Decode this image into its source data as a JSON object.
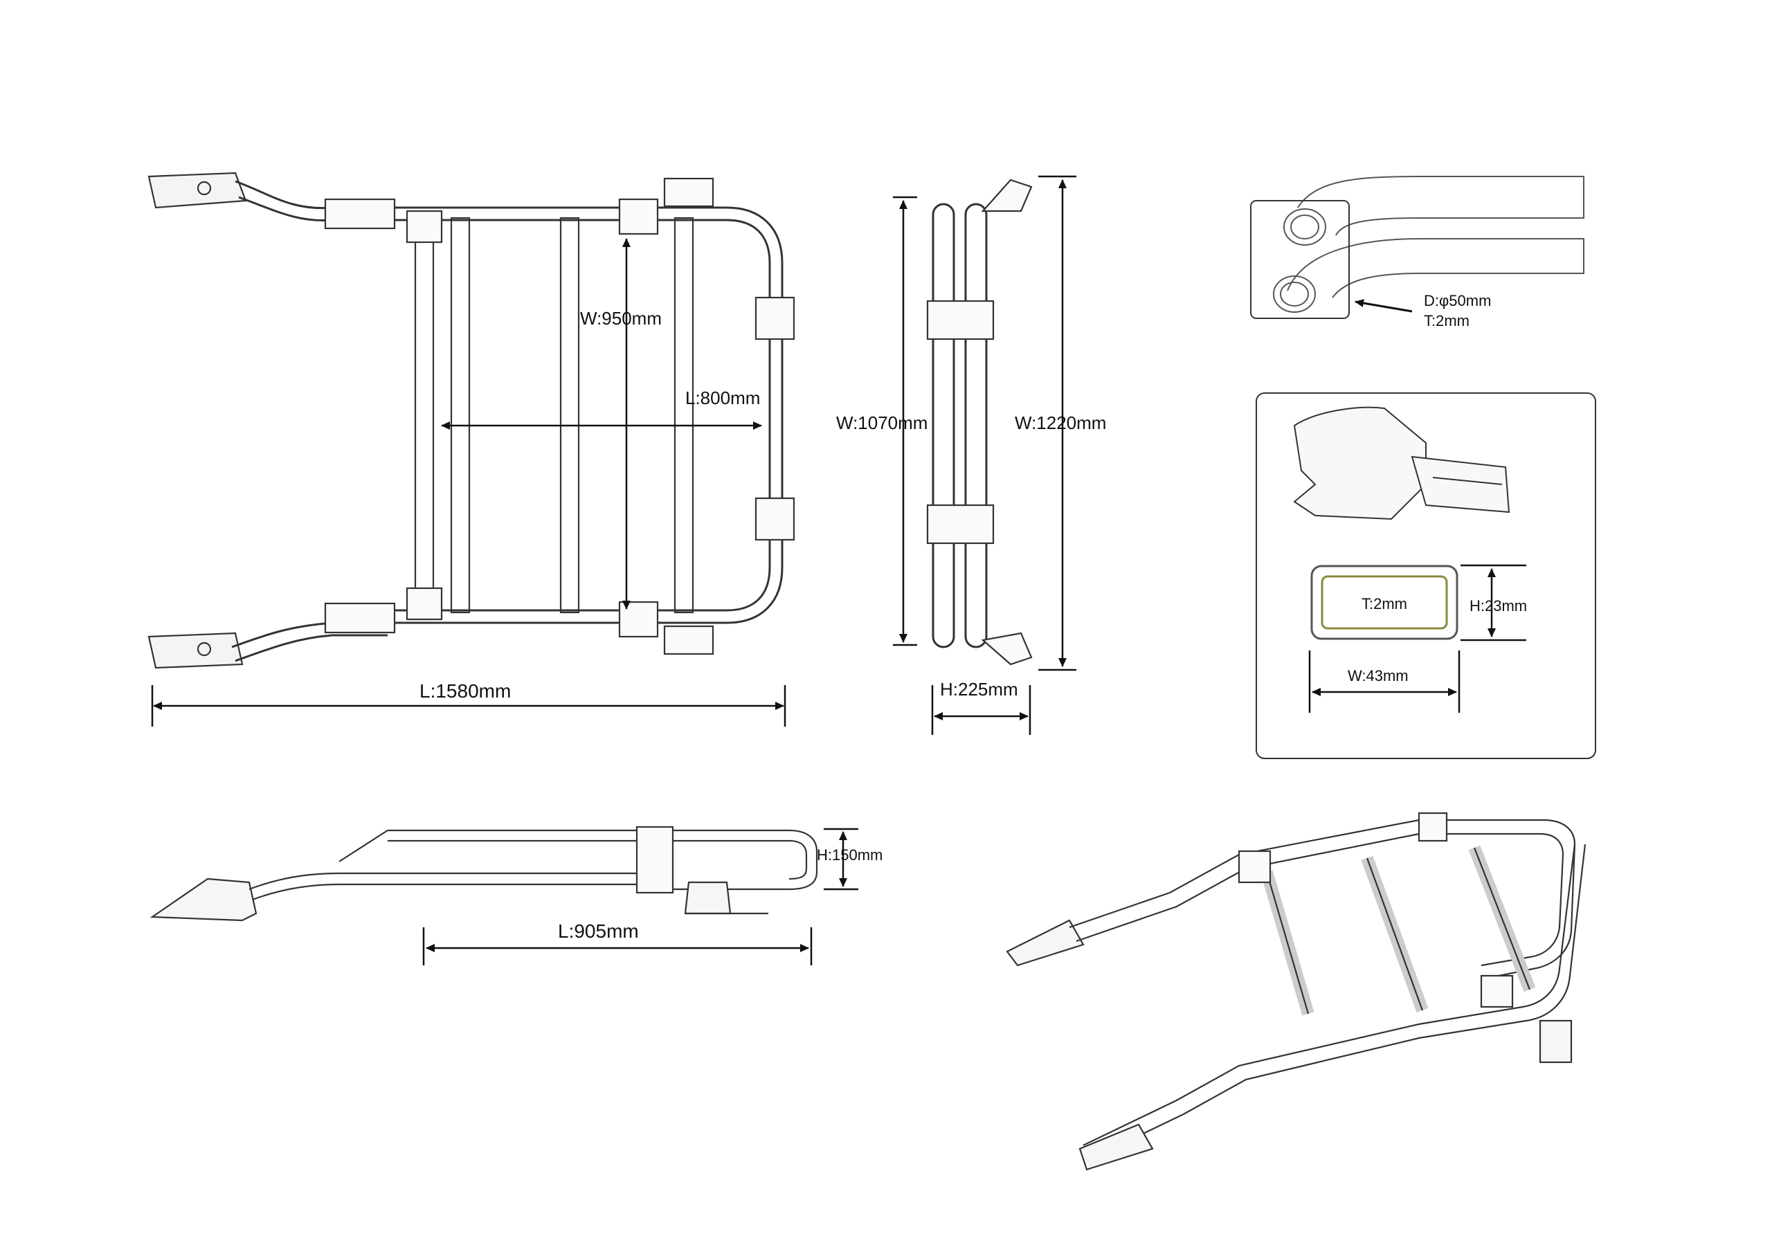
{
  "dimensions": {
    "top_length": "L:1580mm",
    "inner_width": "W:950mm",
    "inner_length": "L:800mm",
    "side_width_inner": "W:1070mm",
    "side_width_outer": "W:1220mm",
    "side_height": "H:225mm",
    "front_height": "H:150mm",
    "front_length": "L:905mm"
  },
  "tube_detail": {
    "diameter": "D:φ50mm",
    "thickness": "T:2mm"
  },
  "profile_detail": {
    "thickness": "T:2mm",
    "height": "H:23mm",
    "width": "W:43mm"
  },
  "colors": {
    "line": "#222222",
    "frame": "#555555",
    "profile_stroke": "#8a8a3c"
  }
}
